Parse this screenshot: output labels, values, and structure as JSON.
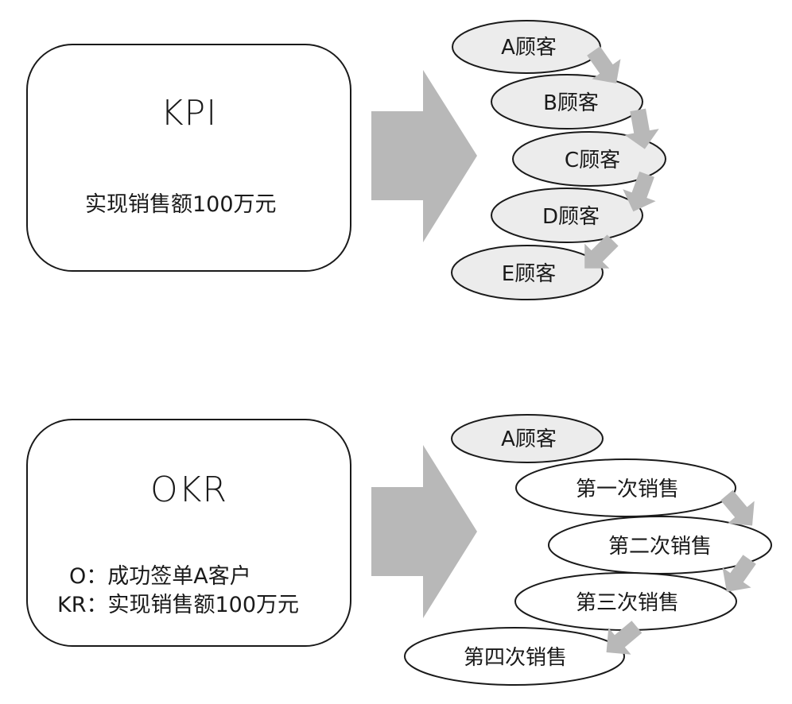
{
  "kpi": {
    "title": "KPI",
    "description": "实现销售额100万元",
    "customers": [
      "A顾客",
      "B顾客",
      "C顾客",
      "D顾客",
      "E顾客"
    ]
  },
  "okr": {
    "title": "OKR",
    "objective_prefix": "O：",
    "objective": "成功签单A客户",
    "kr_prefix": "KR：",
    "key_result": "实现销售额100万元",
    "customer": "A顾客",
    "sales": [
      "第一次销售",
      "第二次销售",
      "第三次销售",
      "第四次销售"
    ]
  },
  "colors": {
    "arrow": "#b8b8b8",
    "filled_ellipse": "#ececec",
    "outline": "#1a1a1a"
  }
}
